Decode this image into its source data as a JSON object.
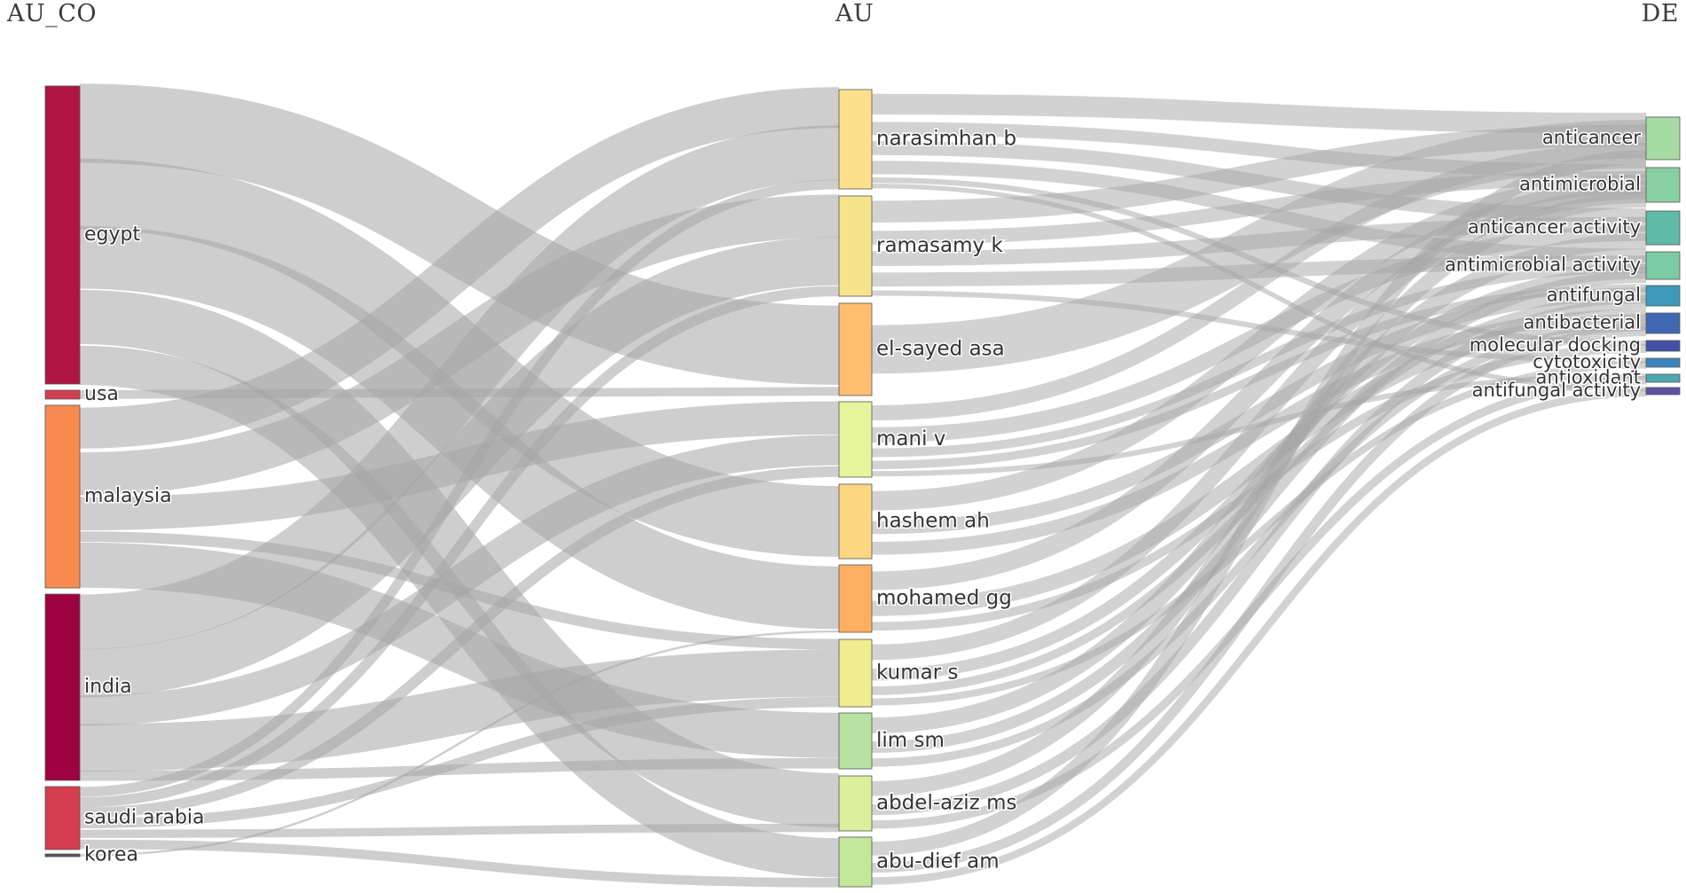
{
  "columns": [
    "AU_CO",
    "AU",
    "DE"
  ],
  "colors": {
    "link": "#a6a6a6",
    "node_stroke": "#555555",
    "label": "#333333"
  },
  "nodes": {
    "countries": [
      {
        "name": "egypt",
        "color": "#b01443"
      },
      {
        "name": "usa",
        "color": "#d53e4f"
      },
      {
        "name": "malaysia",
        "color": "#f78b4f"
      },
      {
        "name": "india",
        "color": "#9e0142"
      },
      {
        "name": "saudi arabia",
        "color": "#d53e4f"
      },
      {
        "name": "korea",
        "color": "#555555"
      }
    ],
    "authors": [
      {
        "name": "narasimhan b",
        "color": "#fce08b"
      },
      {
        "name": "ramasamy k",
        "color": "#f6e48c"
      },
      {
        "name": "el-sayed asa",
        "color": "#fdbe6f"
      },
      {
        "name": "mani v",
        "color": "#e6f59b"
      },
      {
        "name": "hashem ah",
        "color": "#fed681"
      },
      {
        "name": "mohamed gg",
        "color": "#fdae61"
      },
      {
        "name": "kumar s",
        "color": "#f0ec90"
      },
      {
        "name": "lim sm",
        "color": "#b7e2a2"
      },
      {
        "name": "abdel-aziz ms",
        "color": "#daf09a"
      },
      {
        "name": "abu-dief am",
        "color": "#c3e79b"
      }
    ],
    "keywords": [
      {
        "name": "anticancer",
        "color": "#a6dba4"
      },
      {
        "name": "antimicrobial",
        "color": "#88d0a4"
      },
      {
        "name": "anticancer activity",
        "color": "#5fbaa7"
      },
      {
        "name": "antimicrobial activity",
        "color": "#7ccba4"
      },
      {
        "name": "antifungal",
        "color": "#3e99b8"
      },
      {
        "name": "antibacterial",
        "color": "#4068b2"
      },
      {
        "name": "molecular docking",
        "color": "#4151a8"
      },
      {
        "name": "cytotoxicity",
        "color": "#3a85bb"
      },
      {
        "name": "antioxidant",
        "color": "#4ea7b0"
      },
      {
        "name": "antifungal activity",
        "color": "#5e4fa2"
      }
    ]
  },
  "links_country_author": [
    {
      "source": "egypt",
      "target": "el-sayed asa",
      "value": 10
    },
    {
      "source": "egypt",
      "target": "hashem ah",
      "value": 9
    },
    {
      "source": "egypt",
      "target": "mohamed gg",
      "value": 8
    },
    {
      "source": "egypt",
      "target": "abdel-aziz ms",
      "value": 8
    },
    {
      "source": "egypt",
      "target": "abu-dief am",
      "value": 5
    },
    {
      "source": "usa",
      "target": "el-sayed asa",
      "value": 1
    },
    {
      "source": "malaysia",
      "target": "narasimhan b",
      "value": 4
    },
    {
      "source": "malaysia",
      "target": "ramasamy k",
      "value": 4
    },
    {
      "source": "malaysia",
      "target": "mani v",
      "value": 3
    },
    {
      "source": "malaysia",
      "target": "lim sm",
      "value": 4
    },
    {
      "source": "malaysia",
      "target": "kumar s",
      "value": 1
    },
    {
      "source": "india",
      "target": "narasimhan b",
      "value": 6
    },
    {
      "source": "india",
      "target": "ramasamy k",
      "value": 5
    },
    {
      "source": "india",
      "target": "mani v",
      "value": 3
    },
    {
      "source": "india",
      "target": "kumar s",
      "value": 5
    },
    {
      "source": "india",
      "target": "lim sm",
      "value": 1
    },
    {
      "source": "saudi arabia",
      "target": "narasimhan b",
      "value": 1
    },
    {
      "source": "saudi arabia",
      "target": "ramasamy k",
      "value": 1
    },
    {
      "source": "saudi arabia",
      "target": "mani v",
      "value": 1
    },
    {
      "source": "saudi arabia",
      "target": "kumar s",
      "value": 1
    },
    {
      "source": "saudi arabia",
      "target": "abdel-aziz ms",
      "value": 1
    },
    {
      "source": "saudi arabia",
      "target": "abu-dief am",
      "value": 1
    },
    {
      "source": "korea",
      "target": "mohamed gg",
      "value": 0.2
    }
  ],
  "links_author_keyword": [
    {
      "source": "narasimhan b",
      "target": "anticancer",
      "value": 1.5
    },
    {
      "source": "narasimhan b",
      "target": "antimicrobial",
      "value": 1
    },
    {
      "source": "narasimhan b",
      "target": "anticancer activity",
      "value": 1
    },
    {
      "source": "narasimhan b",
      "target": "antimicrobial activity",
      "value": 1
    },
    {
      "source": "narasimhan b",
      "target": "molecular docking",
      "value": 0.3
    },
    {
      "source": "narasimhan b",
      "target": "antifungal activity",
      "value": 0.3
    },
    {
      "source": "ramasamy k",
      "target": "anticancer",
      "value": 1.5
    },
    {
      "source": "ramasamy k",
      "target": "antimicrobial",
      "value": 1
    },
    {
      "source": "ramasamy k",
      "target": "anticancer activity",
      "value": 1
    },
    {
      "source": "ramasamy k",
      "target": "antimicrobial activity",
      "value": 1
    },
    {
      "source": "ramasamy k",
      "target": "cytotoxicity",
      "value": 0.3
    },
    {
      "source": "el-sayed asa",
      "target": "anticancer",
      "value": 0.6
    },
    {
      "source": "mani v",
      "target": "anticancer",
      "value": 1
    },
    {
      "source": "mani v",
      "target": "anticancer activity",
      "value": 1
    },
    {
      "source": "mani v",
      "target": "antimicrobial activity",
      "value": 0.6
    },
    {
      "source": "mani v",
      "target": "antifungal",
      "value": 0.5
    },
    {
      "source": "mani v",
      "target": "antioxidant",
      "value": 0.3
    },
    {
      "source": "hashem ah",
      "target": "antimicrobial",
      "value": 0.8
    },
    {
      "source": "hashem ah",
      "target": "antifungal",
      "value": 0.5
    },
    {
      "source": "hashem ah",
      "target": "antibacterial",
      "value": 0.5
    },
    {
      "source": "mohamed gg",
      "target": "antimicrobial",
      "value": 0.8
    },
    {
      "source": "mohamed gg",
      "target": "antibacterial",
      "value": 0.6
    },
    {
      "source": "mohamed gg",
      "target": "molecular docking",
      "value": 0.3
    },
    {
      "source": "kumar s",
      "target": "antimicrobial",
      "value": 0.8
    },
    {
      "source": "kumar s",
      "target": "antimicrobial activity",
      "value": 0.6
    },
    {
      "source": "kumar s",
      "target": "antifungal",
      "value": 0.4
    },
    {
      "source": "kumar s",
      "target": "cytotoxicity",
      "value": 0.3
    },
    {
      "source": "lim sm",
      "target": "anticancer activity",
      "value": 0.8
    },
    {
      "source": "lim sm",
      "target": "antimicrobial activity",
      "value": 0.6
    },
    {
      "source": "lim sm",
      "target": "antibacterial",
      "value": 0.4
    },
    {
      "source": "abdel-aziz ms",
      "target": "antimicrobial",
      "value": 0.6
    },
    {
      "source": "abdel-aziz ms",
      "target": "antifungal",
      "value": 0.4
    },
    {
      "source": "abdel-aziz ms",
      "target": "antioxidant",
      "value": 0.3
    },
    {
      "source": "abu-dief am",
      "target": "anticancer",
      "value": 0.6
    },
    {
      "source": "abu-dief am",
      "target": "antibacterial",
      "value": 0.4
    },
    {
      "source": "abu-dief am",
      "target": "antifungal activity",
      "value": 0.3
    }
  ]
}
